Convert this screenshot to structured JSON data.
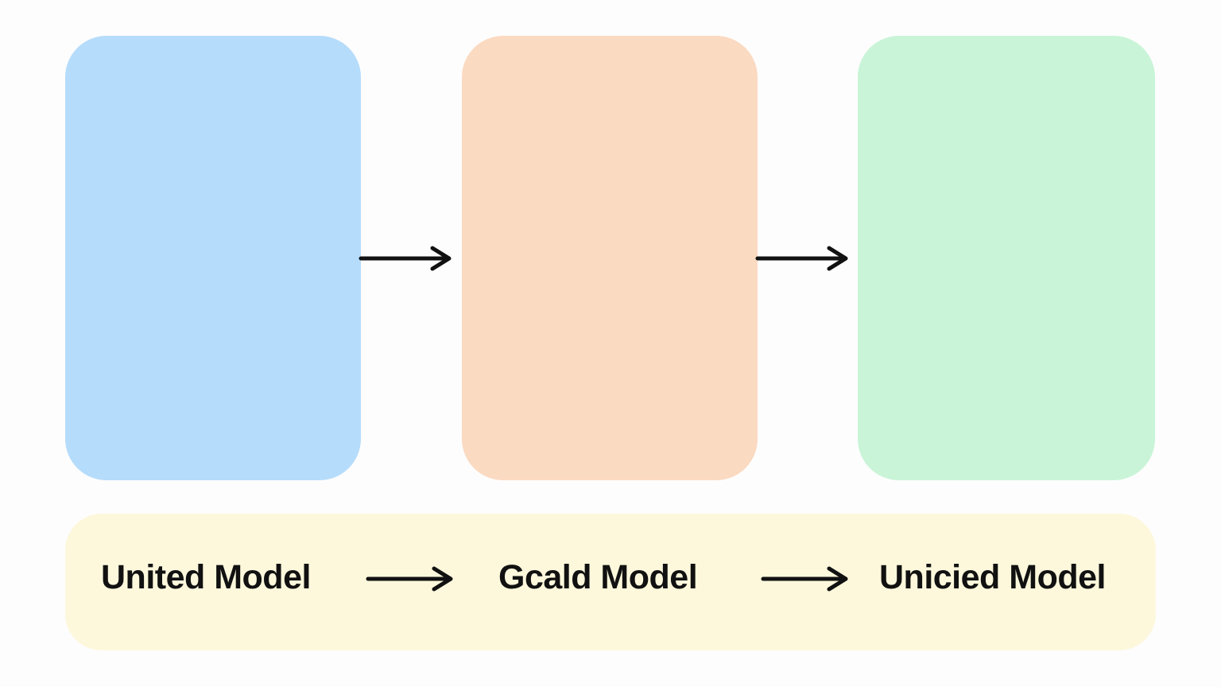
{
  "colors": {
    "background": "#fdfdfd",
    "panel_1": "#b6dcfb",
    "panel_2": "#fbdac2",
    "panel_3": "#c9f4d7",
    "footer": "#fdf8dc",
    "arrow": "#111111",
    "text": "#111111"
  },
  "panels": [
    {
      "color_key": "panel_1"
    },
    {
      "color_key": "panel_2"
    },
    {
      "color_key": "panel_3"
    }
  ],
  "footer": {
    "labels": [
      "United Model",
      "Gcald Model",
      "Unicied Model"
    ]
  },
  "icons": {
    "arrow": "right-arrow-icon"
  }
}
